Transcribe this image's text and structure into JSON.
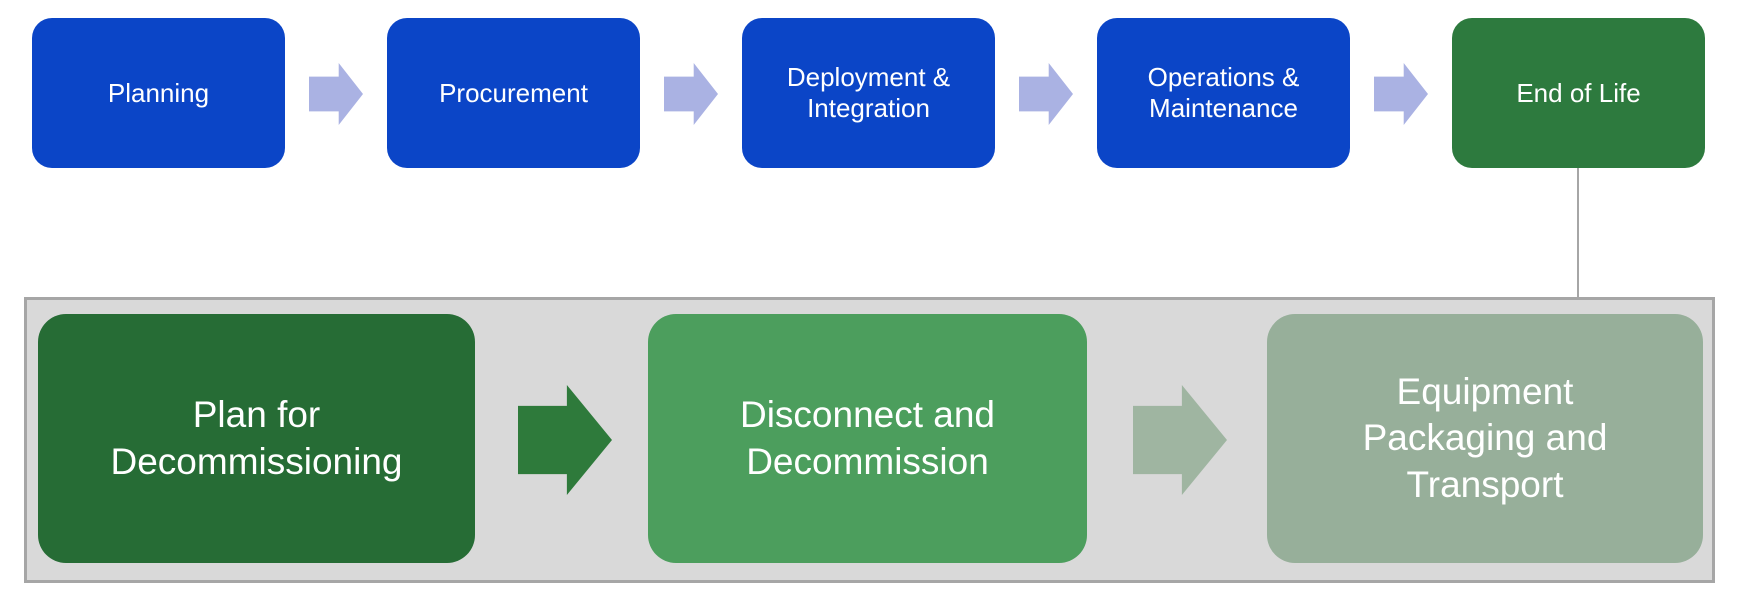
{
  "lifecycle": {
    "arrow_color": "#AAB2E3",
    "stages": [
      {
        "label": "Planning",
        "color": "#0B45C7"
      },
      {
        "label": "Procurement",
        "color": "#0B45C7"
      },
      {
        "label": "Deployment & Integration",
        "color": "#0B45C7"
      },
      {
        "label": "Operations & Maintenance",
        "color": "#0B45C7"
      },
      {
        "label": "End of Life",
        "color": "#2D7A3E"
      }
    ]
  },
  "end_of_life_detail": {
    "panel_fill": "#D9D9D9",
    "panel_border_color": "#A6A6A6",
    "connector_color": "#A6A6A6",
    "steps": [
      {
        "label": "Plan for Decommissioning",
        "color": "#266C35"
      },
      {
        "label": "Disconnect and Decommission",
        "color": "#4C9E5D"
      },
      {
        "label": "Equipment Packaging and Transport",
        "color": "#97AF9A"
      }
    ],
    "arrow_colors": [
      {
        "color": "#2E7A3B"
      },
      {
        "color": "#9FB5A1"
      }
    ]
  }
}
